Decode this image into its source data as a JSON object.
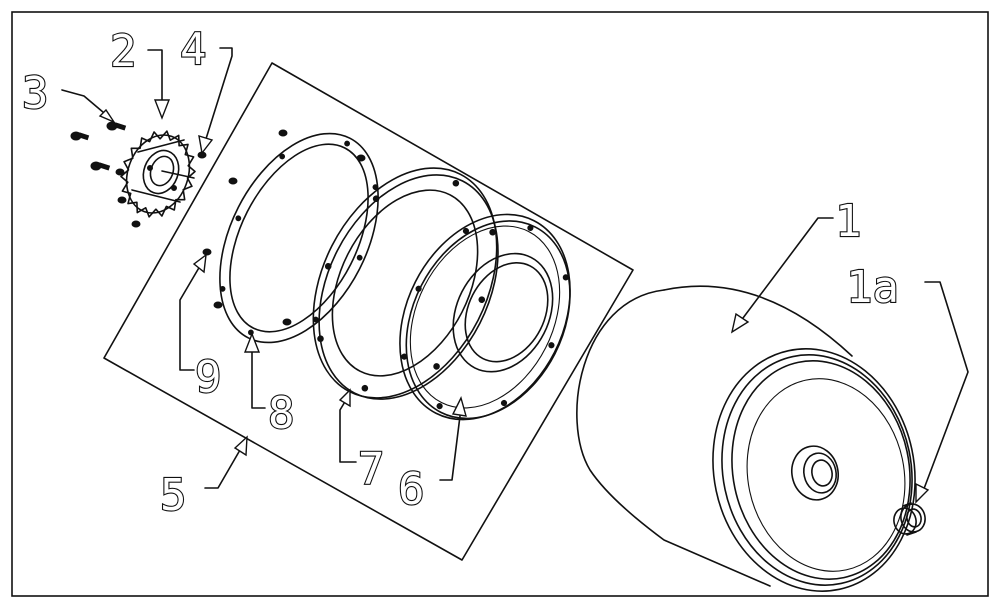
{
  "callouts": [
    {
      "id": "1",
      "text": "1"
    },
    {
      "id": "1a",
      "text": "1a"
    },
    {
      "id": "2",
      "text": "2"
    },
    {
      "id": "3",
      "text": "3"
    },
    {
      "id": "4",
      "text": "4"
    },
    {
      "id": "5",
      "text": "5"
    },
    {
      "id": "6",
      "text": "6"
    },
    {
      "id": "7",
      "text": "7"
    },
    {
      "id": "8",
      "text": "8"
    },
    {
      "id": "9",
      "text": "9"
    }
  ]
}
